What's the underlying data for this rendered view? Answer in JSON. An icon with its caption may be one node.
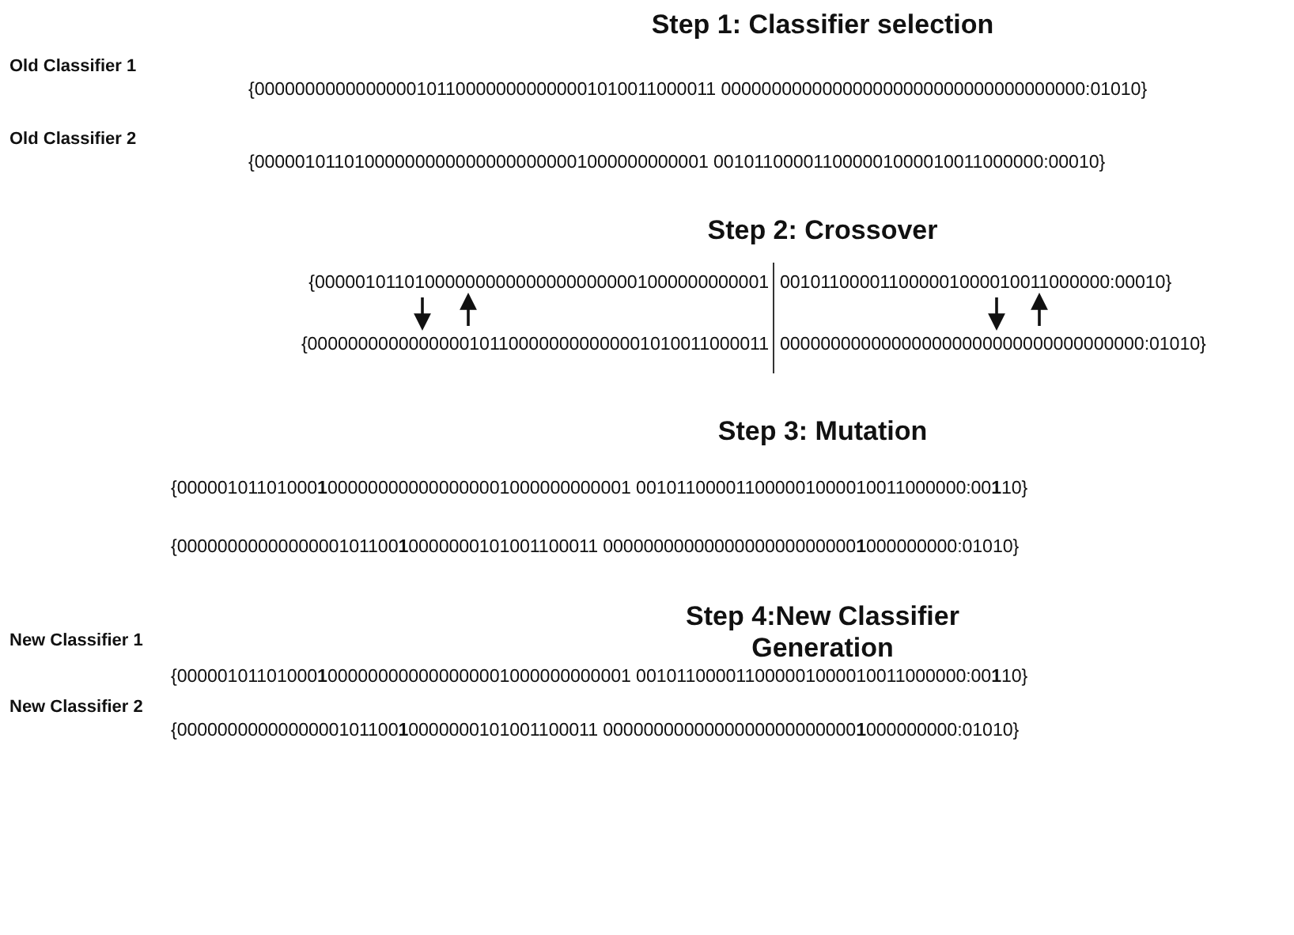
{
  "diagram": {
    "labels": [
      "Step 1: Classifier selection",
      "Old Classifier 1",
      "{0000000000000000101100000000000001010011000011 000000000000000000000000000000000000:01010}",
      "Old Classifier 2",
      "{000001011010000000000000000000001000000000001 001011000011000001000010011000000:00010}",
      "Step 2: Crossover",
      "{000001011010000000000000000000001000000000001",
      "001011000011000001000010011000000:00010}",
      "{0000000000000000101100000000000001010011000011",
      "000000000000000000000000000000000000:01010}",
      "Step 3: Mutation",
      "{00000101101000**1**000000000000000001000000000001 001011000011000001000010011000000:00**1**10}",
      "{0000000000000000101100**1**0000000101001100011 0000000000000000000000000**1**000000000:01010}",
      "New Classifier 1",
      "Step 4:New Classifier Generation",
      "{00000101101000**1**000000000000000001000000000001 001011000011000001000010011000000:00**1**10}",
      "New Classifier 2",
      "{0000000000000000101100**1**0000000101001100011 0000000000000000000000000**1**000000000:01010}"
    ]
  }
}
